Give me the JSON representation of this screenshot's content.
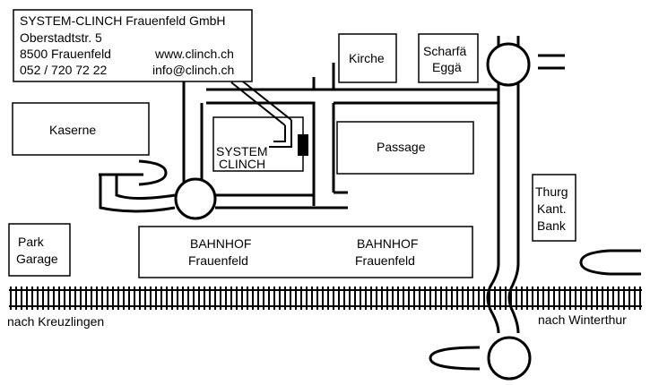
{
  "company": {
    "name": "SYSTEM-CLINCH Frauenfeld GmbH",
    "street": "Oberstadtstr. 5",
    "city": "8500 Frauenfeld",
    "phone": "052 / 720 72 22",
    "web": "www.clinch.ch",
    "email": "info@clinch.ch"
  },
  "landmarks": {
    "kaserne": "Kaserne",
    "kirche": "Kirche",
    "scharfa_1": "Scharfä",
    "scharfa_2": "Eggä",
    "passage": "Passage",
    "system_1": "SYSTEM",
    "system_2": "CLINCH",
    "park_1": "Park",
    "park_2": "Garage",
    "bahnhof_a_1": "BAHNHOF",
    "bahnhof_a_2": "Frauenfeld",
    "bahnhof_b_1": "BAHNHOF",
    "bahnhof_b_2": "Frauenfeld",
    "bank_1": "Thurg",
    "bank_2": "Kant.",
    "bank_3": "Bank"
  },
  "directions": {
    "left": "nach Kreuzlingen",
    "right": "nach Winterthur"
  },
  "colors": {
    "ink": "#000000",
    "paper": "#ffffff"
  }
}
